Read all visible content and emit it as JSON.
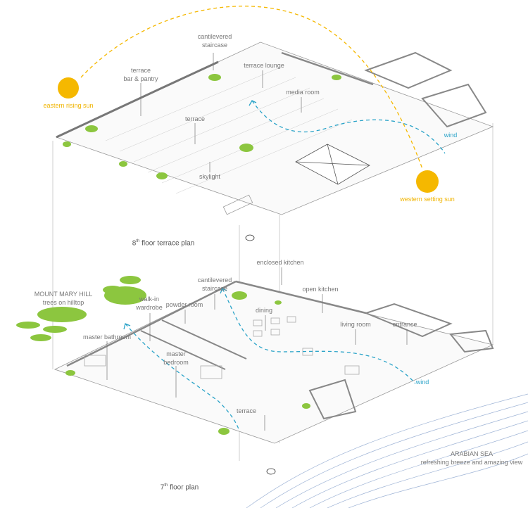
{
  "colors": {
    "sun": "#f5b800",
    "wind": "#2aa3c8",
    "green": "#8cc63f",
    "line": "#999999",
    "sea": "#9fb4d6"
  },
  "upper": {
    "title_num": "8",
    "title_sup": "th",
    "title_rest": " floor terrace plan",
    "labels": {
      "staircase1": "cantilevered",
      "staircase2": "staircase",
      "bar1": "terrace",
      "bar2": "bar & pantry",
      "lounge": "terrace lounge",
      "media": "media room",
      "terrace": "terrace",
      "skylight": "skylight",
      "wind": "wind"
    }
  },
  "sun": {
    "east": "eastern rising sun",
    "west": "western setting sun"
  },
  "lower": {
    "title_num": "7",
    "title_sup": "th",
    "title_rest": " floor plan",
    "labels": {
      "enclosed": "enclosed kitchen",
      "staircase1": "cantilevered",
      "staircase2": "staircase",
      "open": "open kitchen",
      "wardrobe1": "walk-in",
      "wardrobe2": "wardrobe",
      "powder": "powder room",
      "dining": "dining",
      "living": "living room",
      "entrance": "entrance",
      "bath": "master bathroom",
      "bed1": "master",
      "bed2": "bedroom",
      "wind": "wind",
      "terrace": "terrace"
    }
  },
  "hill": {
    "title": "MOUNT MARY HILL",
    "sub": "trees on hilltop"
  },
  "sea": {
    "title": "ARABIAN SEA",
    "sub": "refreshing breeze and amazing view"
  }
}
